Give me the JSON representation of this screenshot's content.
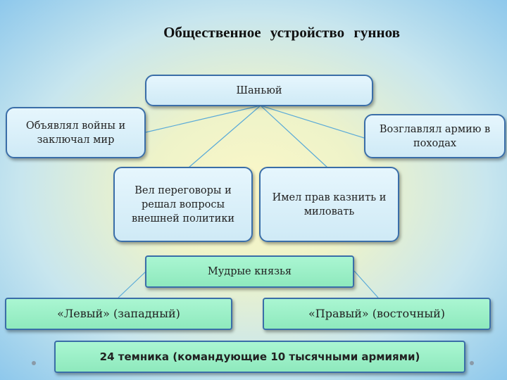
{
  "title": "Общественное устройство гуннов",
  "top_box": "Шаньюй",
  "left_box": "Объявлял войны и заключал мир",
  "right_box": "Возглавлял армию в походах",
  "mid_left_box": "Вел переговоры и решал вопросы внешней политики",
  "mid_right_box": "Имел прав казнить и миловать",
  "princes_box": "Мудрые князья",
  "left_prince": "«Левый» (западный)",
  "right_prince": "«Правый» (восточный)",
  "bottom_box": "24 темника (командующие 10 тысячными армиями)",
  "colors": {
    "blue_fill": "#d8eff9",
    "green_fill": "#9ef0c8",
    "border": "#3a6ea8",
    "connector": "#5aaad8"
  }
}
